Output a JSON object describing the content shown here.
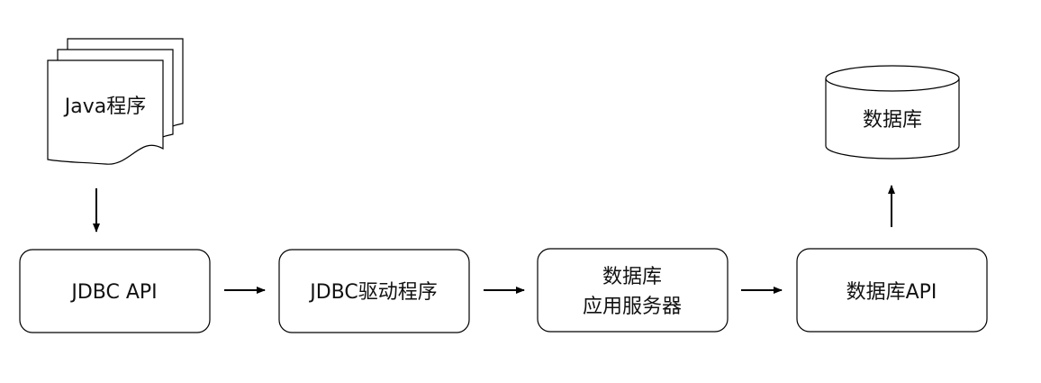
{
  "diagram": {
    "nodes": {
      "java_program": {
        "label": "Java程序"
      },
      "database": {
        "label": "数据库"
      },
      "jdbc_api": {
        "label": "JDBC API"
      },
      "jdbc_driver": {
        "label": "JDBC驱动程序"
      },
      "db_app_server": {
        "line1": "数据库",
        "line2": "应用服务器"
      },
      "database_api": {
        "label": "数据库API"
      }
    },
    "edges": [
      {
        "from": "java_program",
        "to": "jdbc_api"
      },
      {
        "from": "jdbc_api",
        "to": "jdbc_driver"
      },
      {
        "from": "jdbc_driver",
        "to": "db_app_server"
      },
      {
        "from": "db_app_server",
        "to": "database_api"
      },
      {
        "from": "database_api",
        "to": "database"
      }
    ]
  }
}
